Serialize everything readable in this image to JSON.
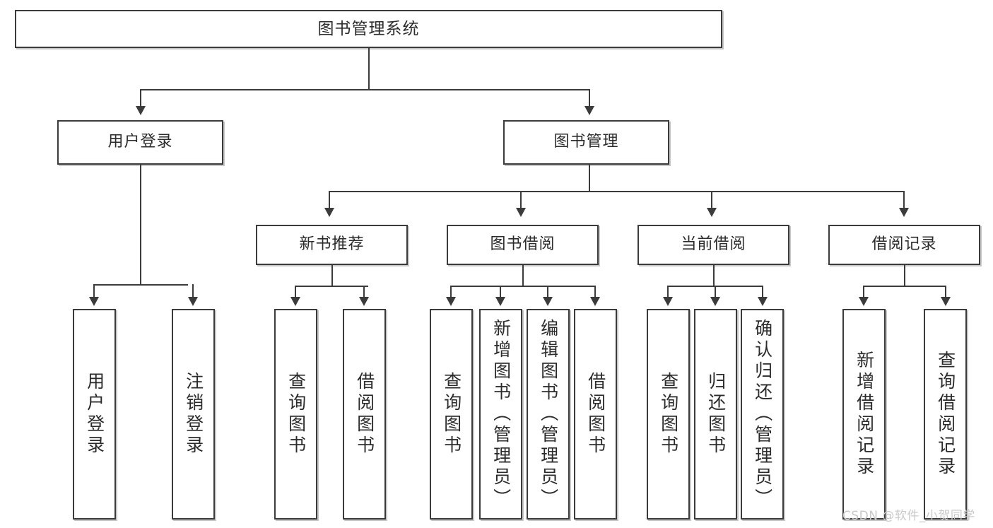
{
  "diagram": {
    "title": "图书管理系统",
    "type": "tree",
    "orientation": "top-down",
    "colors": {
      "box_border": "#3b3b3b",
      "box_fill": "#ffffff",
      "connector": "#3b3b3b",
      "text": "#2b2b2b",
      "watermark": "#c9c9c9",
      "background": "#ffffff"
    },
    "nodes": {
      "root": {
        "label": "图书管理系统"
      },
      "level2": [
        {
          "label": "用户登录"
        },
        {
          "label": "图书管理"
        }
      ],
      "level3": [
        {
          "label": "新书推荐"
        },
        {
          "label": "图书借阅"
        },
        {
          "label": "当前借阅"
        },
        {
          "label": "借阅记录"
        }
      ],
      "leaves": {
        "user_login": [
          {
            "label": "用户登录"
          },
          {
            "label": "注销登录"
          }
        ],
        "new_book_recommend": [
          {
            "label": "查询图书"
          },
          {
            "label": "借阅图书"
          }
        ],
        "book_borrow": [
          {
            "label": "查询图书"
          },
          {
            "label": "新增图书（管理员）"
          },
          {
            "label": "编辑图书（管理员）"
          },
          {
            "label": "借阅图书"
          }
        ],
        "current_borrow": [
          {
            "label": "查询图书"
          },
          {
            "label": "归还图书"
          },
          {
            "label": "确认归还（管理员）"
          }
        ],
        "borrow_record": [
          {
            "label": "新增借阅记录"
          },
          {
            "label": "查询借阅记录"
          }
        ]
      }
    }
  },
  "watermark": {
    "text": "CSDN @软件_小贺同学"
  }
}
